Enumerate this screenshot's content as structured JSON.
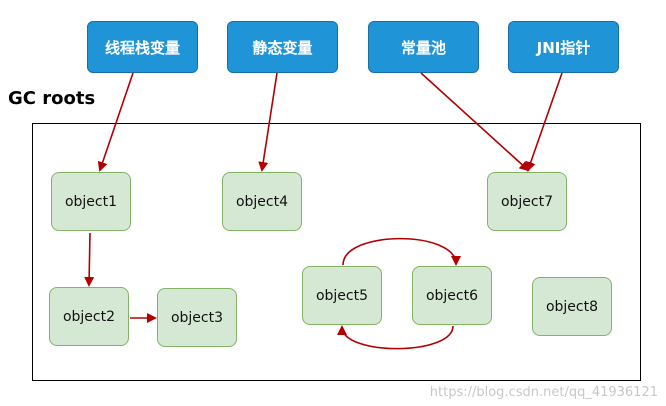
{
  "roots": {
    "thread_stack_vars": "线程栈变量",
    "static_vars": "静态变量",
    "constant_pool": "常量池",
    "jni_pointer": "JNI指针"
  },
  "gc_roots_label": "GC roots",
  "objects": {
    "object1": "object1",
    "object2": "object2",
    "object3": "object3",
    "object4": "object4",
    "object5": "object5",
    "object6": "object6",
    "object7": "object7",
    "object8": "object8"
  },
  "watermark": "https://blog.csdn.net/qq_41936121",
  "colors": {
    "root_fill": "#1f94d6",
    "object_fill": "#d5e8d4",
    "object_border": "#82b366",
    "arrow": "#b20000"
  }
}
